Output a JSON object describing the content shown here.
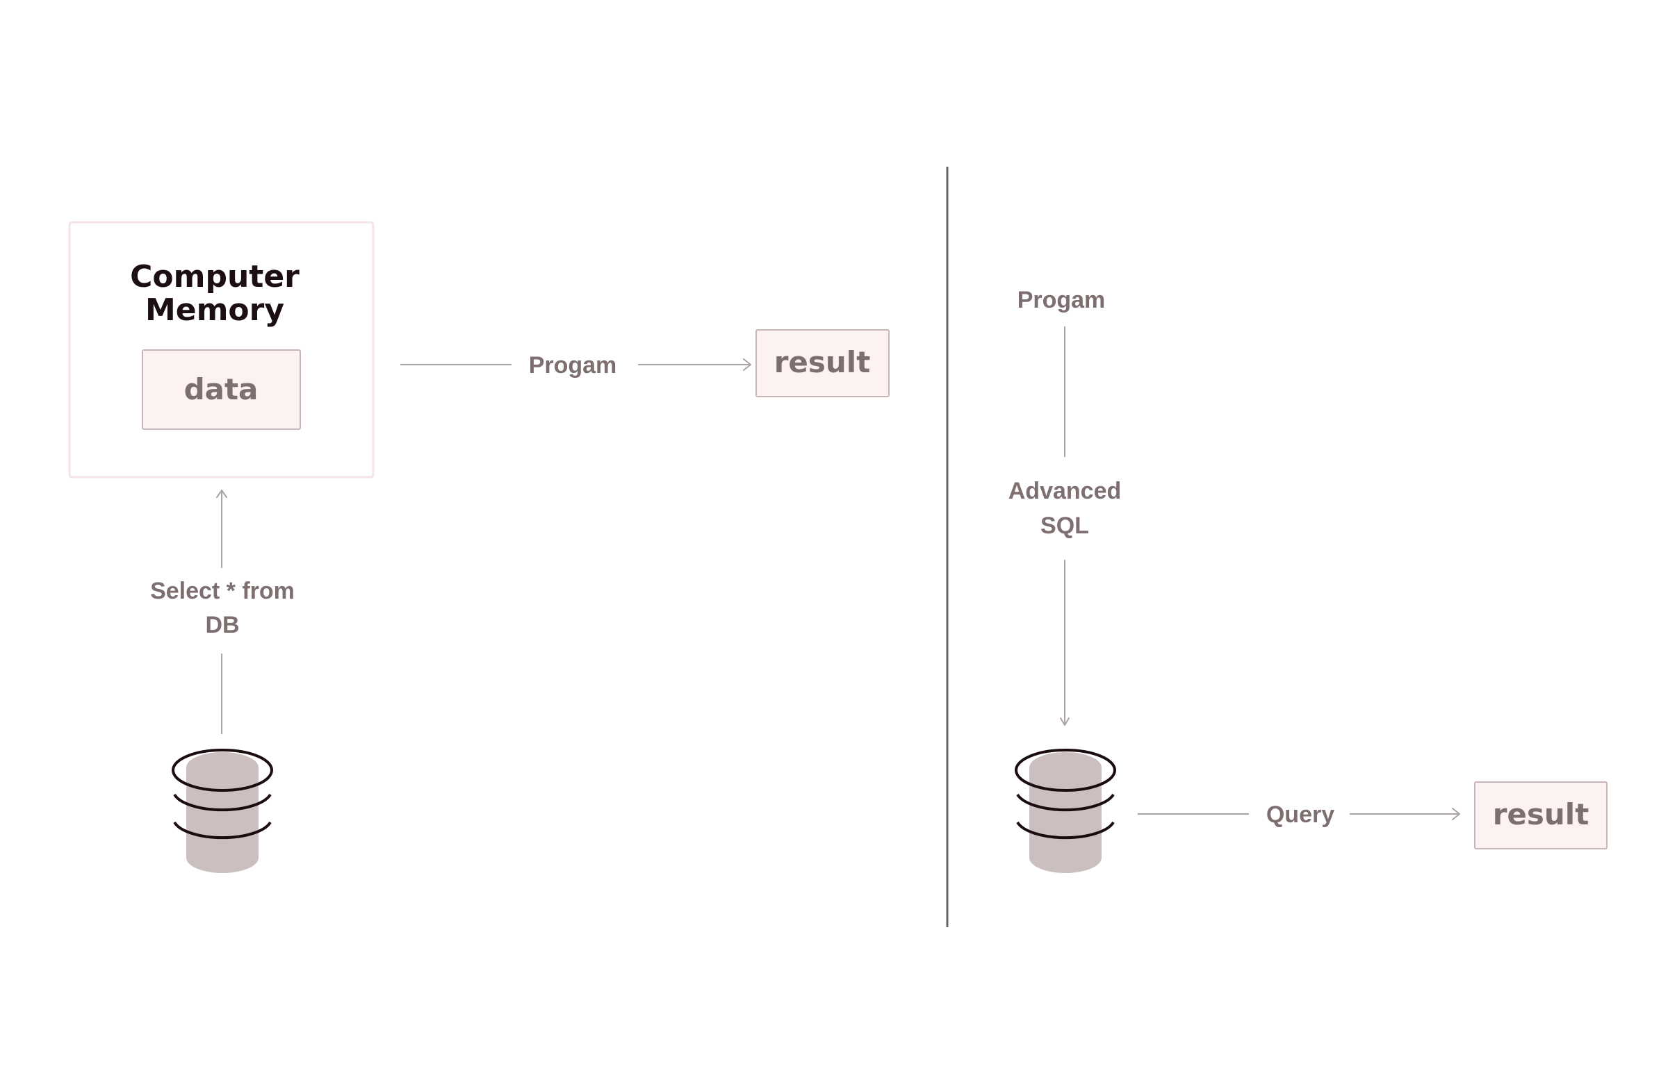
{
  "left": {
    "memory_title_line1": "Computer",
    "memory_title_line2": "Memory",
    "data_label": "data",
    "program_label": "Progam",
    "result_label": "result",
    "query_line1": "Select * from",
    "query_line2": "DB",
    "database_icon": "database-icon"
  },
  "right": {
    "program_label": "Progam",
    "sql_line1": "Advanced",
    "sql_line2": "SQL",
    "query_label": "Query",
    "result_label": "result",
    "database_icon": "database-icon"
  },
  "colors": {
    "box_fill": "#fdf2f2",
    "box_border": "#c8b6b6",
    "outer_border": "#f5e4e6",
    "label_text": "#7d6e6f",
    "title_text": "#1c0f12",
    "connector": "#aaa2a3",
    "divider": "#6a6263",
    "db_fill": "#cbbfc0",
    "db_ring": "#1a0c0f"
  }
}
